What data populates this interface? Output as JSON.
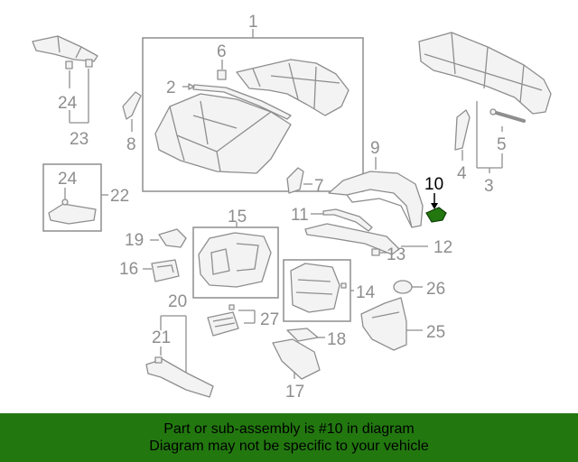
{
  "diagram": {
    "callouts": [
      "1",
      "2",
      "3",
      "4",
      "5",
      "6",
      "7",
      "8",
      "9",
      "10",
      "11",
      "12",
      "13",
      "14",
      "15",
      "16",
      "17",
      "18",
      "19",
      "20",
      "21",
      "22",
      "23",
      "24",
      "25",
      "26",
      "27"
    ],
    "callout_24_second": "24",
    "highlight_part": "10",
    "highlight_color": "#22780f"
  },
  "banner": {
    "line1": "Part or sub-assembly is #10 in diagram",
    "line2": "Diagram may not be specific to your vehicle",
    "color": "#22780f"
  }
}
